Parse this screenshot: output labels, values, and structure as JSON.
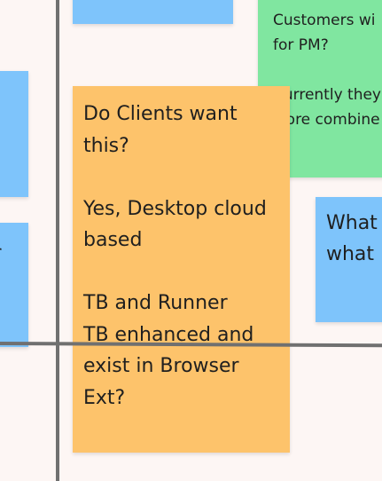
{
  "board": {
    "background_color": "#fdf6f4",
    "divider_color": "#707070"
  },
  "notes": {
    "top_left_blue": {
      "text": "",
      "color": "#7ec4fb"
    },
    "left_blue_1": {
      "text": "",
      "color": "#7ec4fb"
    },
    "left_blue_2": {
      "text": "er",
      "color": "#7ec4fb"
    },
    "green": {
      "text": "Customers wi\nfor PM?\n\nCurrently they\nMore combine",
      "color": "#80e6a0"
    },
    "orange": {
      "text": "Do Clients want\nthis?\n\nYes, Desktop cloud\nbased\n\nTB and Runner\nTB enhanced and\nexist in Browser\nExt?",
      "color": "#fdc36b"
    },
    "right_blue": {
      "text": "What\nwhat i",
      "color": "#7ec4fb"
    }
  }
}
